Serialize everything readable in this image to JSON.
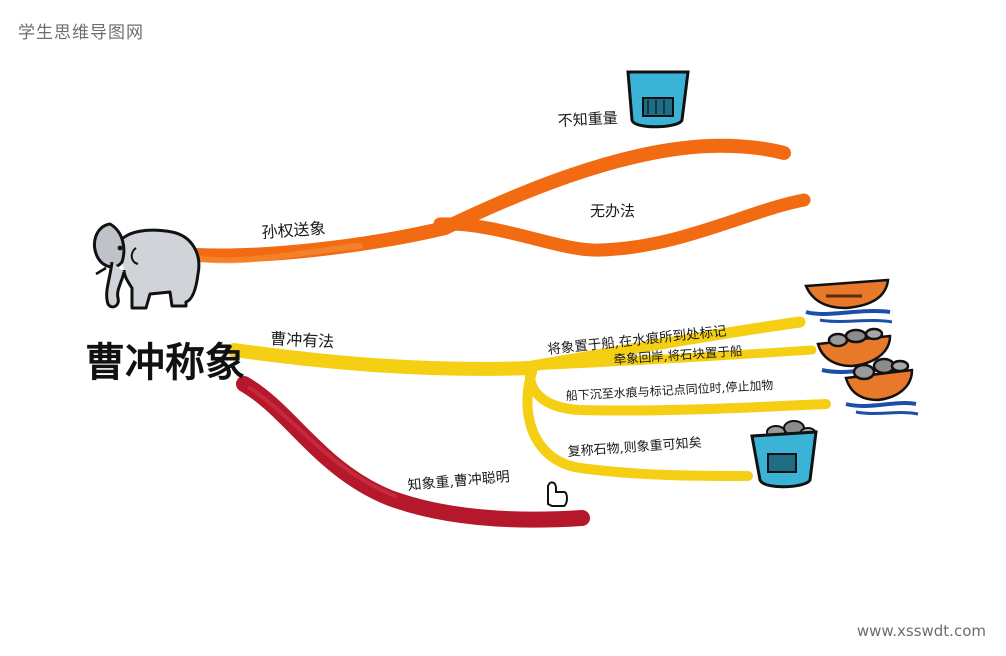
{
  "watermark": {
    "site_name": "学生思维导图网",
    "url": "www.xsswdt.com"
  },
  "central": {
    "title": "曹冲称象"
  },
  "branches": {
    "sunquan": {
      "label": "孙权送象",
      "children": [
        {
          "label": "不知重量"
        },
        {
          "label": "无办法"
        }
      ]
    },
    "caochong": {
      "label": "曹冲有法",
      "children": [
        {
          "label": "将象置于船,在水痕所到处标记"
        },
        {
          "label": "牵象回岸,将石块置于船"
        },
        {
          "label": "船下沉至水痕与标记点同位时,停止加物"
        },
        {
          "label": "复称石物,则象重可知矣"
        }
      ]
    },
    "conclusion": {
      "label": "知象重,曹冲聪明"
    }
  },
  "colors": {
    "orange_branch": "#f26a12",
    "yellow_branch": "#f4cf14",
    "red_branch": "#b5182a",
    "bucket_blue": "#3ab3d6",
    "boat_orange": "#e8782a",
    "water_blue": "#1d4fa8"
  },
  "icons": [
    "elephant-icon",
    "bucket-icon",
    "boat-icon",
    "thumbs-up-icon"
  ]
}
